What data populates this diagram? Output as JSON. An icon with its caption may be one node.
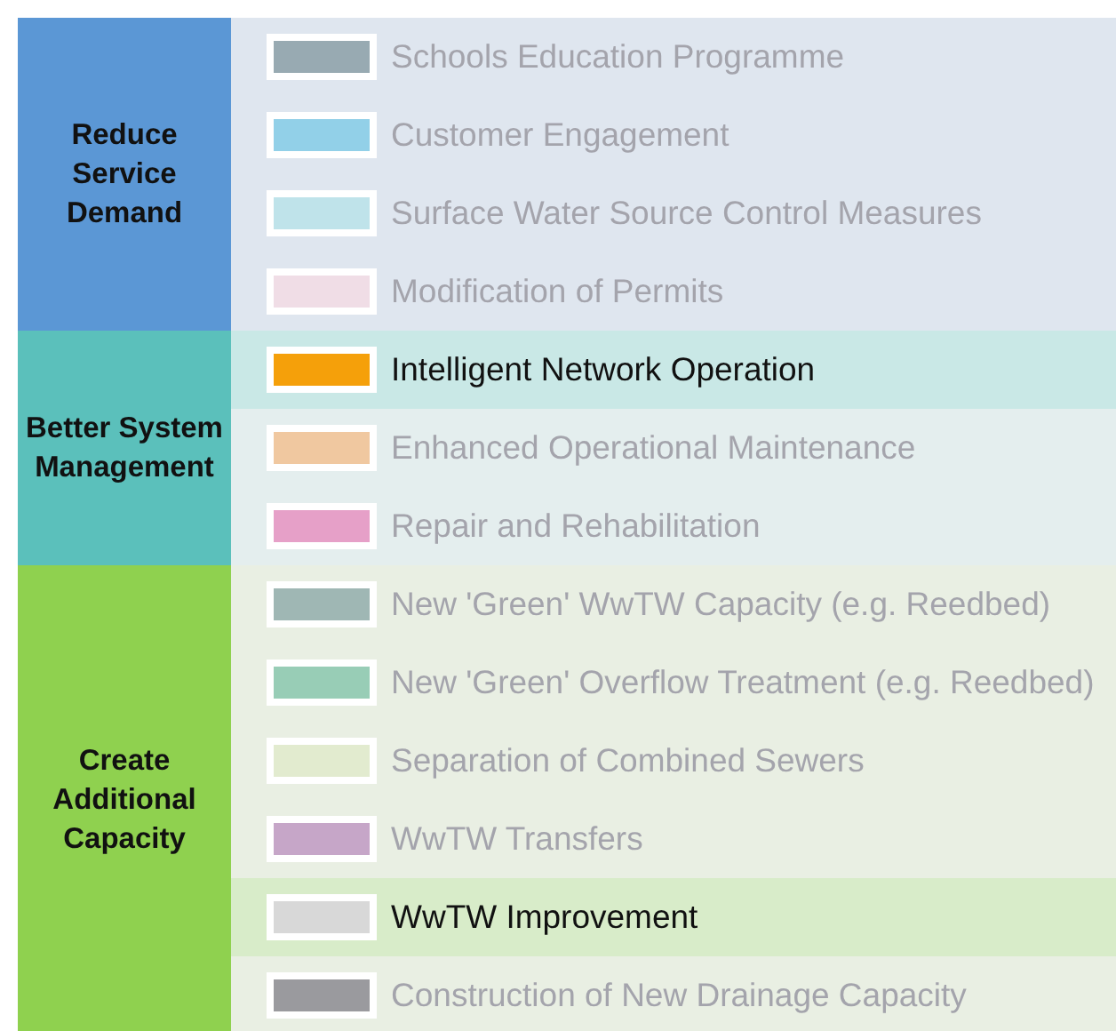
{
  "diagram": {
    "nodes": [
      {
        "text": [
          "Reduce Service Demand"
        ]
      },
      {
        "text": [
          "Better System Management"
        ]
      },
      {
        "text": [
          "Create Additional Capacity"
        ]
      }
    ],
    "legend": [
      {
        "text": "Schools Education Programme",
        "color": "#98aab2"
      },
      {
        "text": "Customer Engagement",
        "color": "#92d0e8"
      },
      {
        "text": "Surface Water Source Control Measures",
        "color": "#bfe3ea"
      },
      {
        "text": "Modification of Permits",
        "color": "#f0dde6"
      },
      {
        "text": "Intelligent Network Operation",
        "color": "#f5a00a"
      },
      {
        "text": "Enhanced Operational Maintenance",
        "color": "#f0c8a0"
      },
      {
        "text": "Repair and Rehabilitation",
        "color": "#e6a0c8"
      },
      {
        "text": "New 'Green' WwTW Capacity (e.g. Reedbed)",
        "color": "#9fb7b4"
      },
      {
        "text": "New 'Green' Overflow Treatment (e.g. Reedbed)",
        "color": "#98cdb6"
      },
      {
        "text": "Separation of Combined Sewers",
        "color": "#e2ebcf"
      },
      {
        "text": "WwTW Transfers",
        "color": "#c6a6c8"
      },
      {
        "text": "WwTW Improvement",
        "color": "#d8d8d8"
      },
      {
        "text": "Construction of New Drainage Capacity",
        "color": "#9a9a9e"
      }
    ]
  }
}
